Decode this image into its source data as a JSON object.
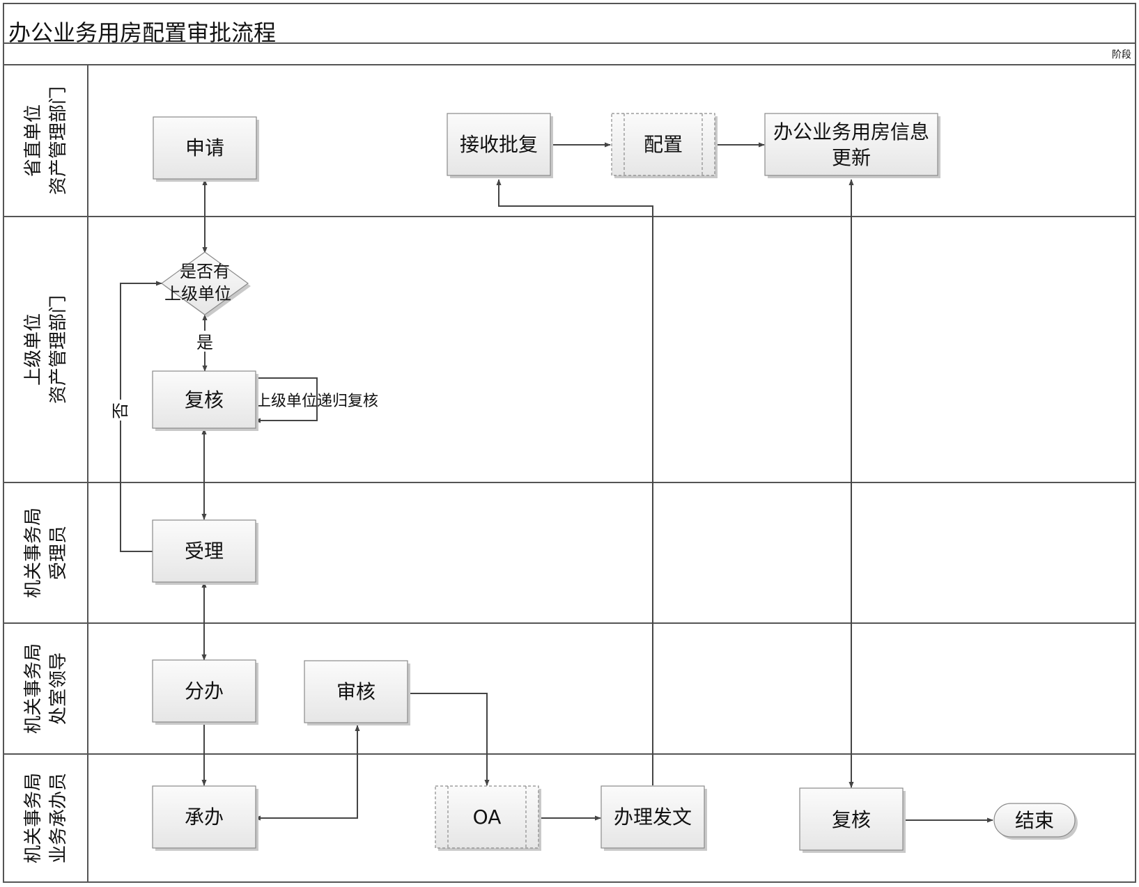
{
  "title": "办公业务用房配置审批流程",
  "phase_label": "阶段",
  "lanes": [
    {
      "line1": "省直单位",
      "line2": "资产管理部门"
    },
    {
      "line1": "上级单位",
      "line2": "资产管理部门"
    },
    {
      "line1": "机关事务局",
      "line2": "受理员"
    },
    {
      "line1": "机关事务局",
      "line2": "处室领导"
    },
    {
      "line1": "机关事务局",
      "line2": "业务承办员"
    }
  ],
  "nodes": {
    "apply": "申请",
    "receive_reply": "接收批复",
    "configure": "配置",
    "info_update_line1": "办公业务用房信息",
    "info_update_line2": "更新",
    "decision_line1": "是否有",
    "decision_line2": "上级单位",
    "review_upper": "复核",
    "accept": "受理",
    "assign": "分办",
    "audit": "审核",
    "handle": "承办",
    "oa": "OA",
    "issue_doc": "办理发文",
    "review_final": "复核",
    "end": "结束"
  },
  "edge_labels": {
    "yes": "是",
    "no": "否",
    "recursive_review": "上级单位递归复核"
  },
  "colors": {
    "box_top": "#fbfbfb",
    "box_bottom": "#e6e6e6",
    "border": "#8a8a8a",
    "line": "#444444"
  }
}
